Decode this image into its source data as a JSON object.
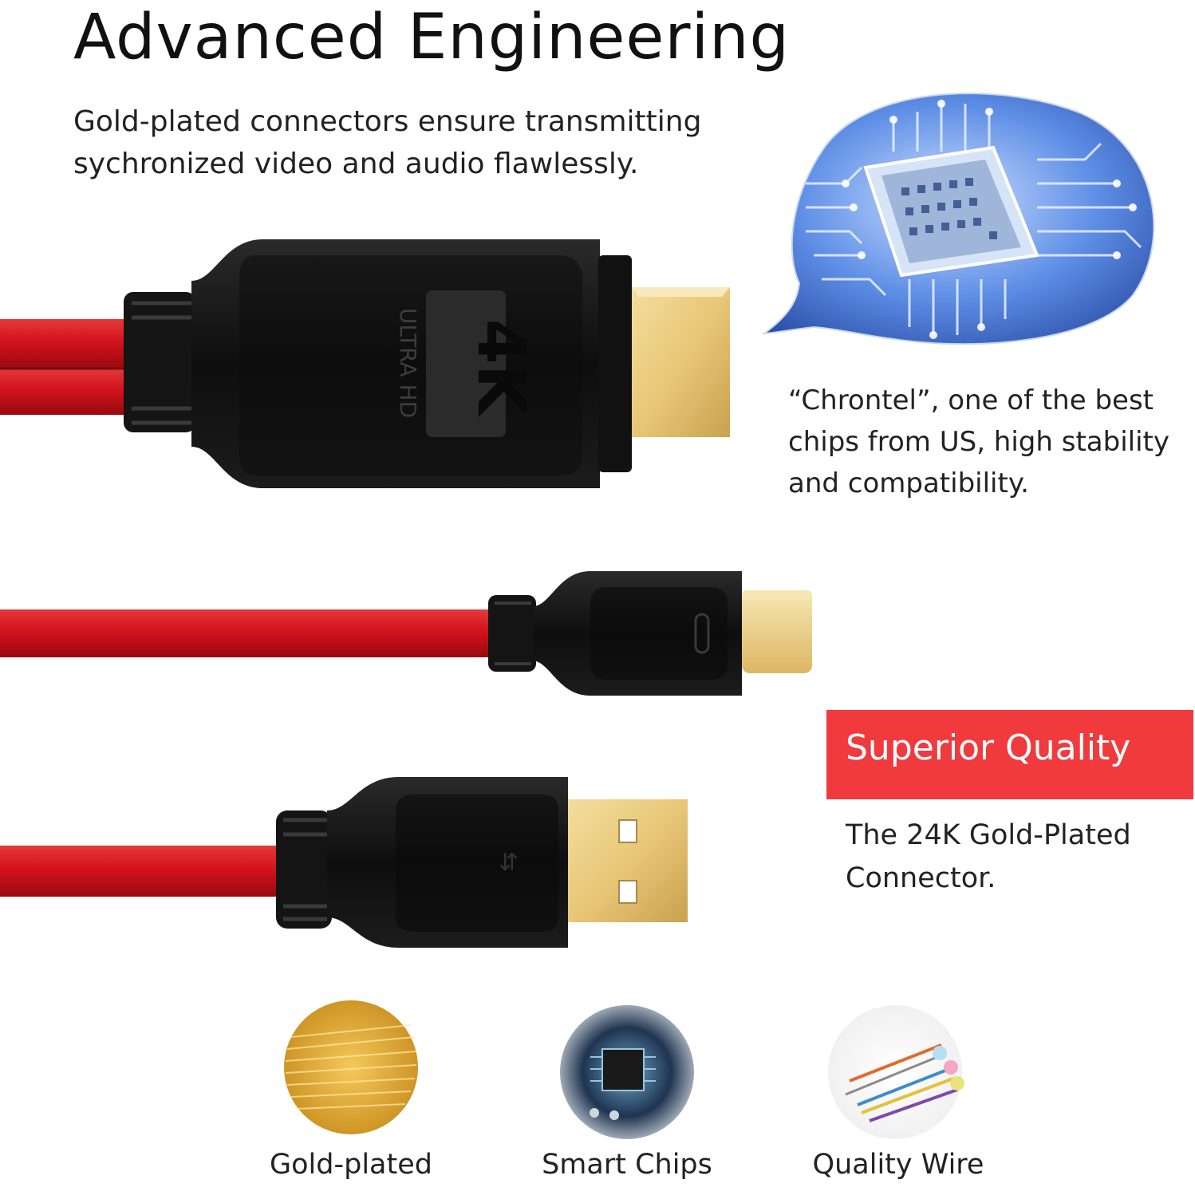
{
  "heading": {
    "title": "Advanced Engineering"
  },
  "intro": {
    "line1": "Gold-plated connectors ensure transmitting",
    "line2": "sychronized video and audio flawlessly."
  },
  "chip": {
    "line1": "“Chrontel”, one of the best",
    "line2": "chips from US, high stability",
    "line3": "and compatibility."
  },
  "hdmi_plug": {
    "badge": "4K",
    "side_text": "ULTRA HD"
  },
  "quality": {
    "badge": "Superior Quality",
    "line1": "The 24K Gold-Plated",
    "line2": "Connector."
  },
  "features": [
    {
      "label": "Gold-plated",
      "icon": "gold-wire-icon"
    },
    {
      "label": "Smart Chips",
      "icon": "chip-board-icon"
    },
    {
      "label": "Quality Wire",
      "icon": "wire-strands-icon"
    }
  ],
  "colors": {
    "cable_red": "#d3121c",
    "plug_black": "#141414",
    "gold": "#e8c777",
    "badge_red": "#f03a3e",
    "circuit_blue": "#3c6fd8"
  }
}
